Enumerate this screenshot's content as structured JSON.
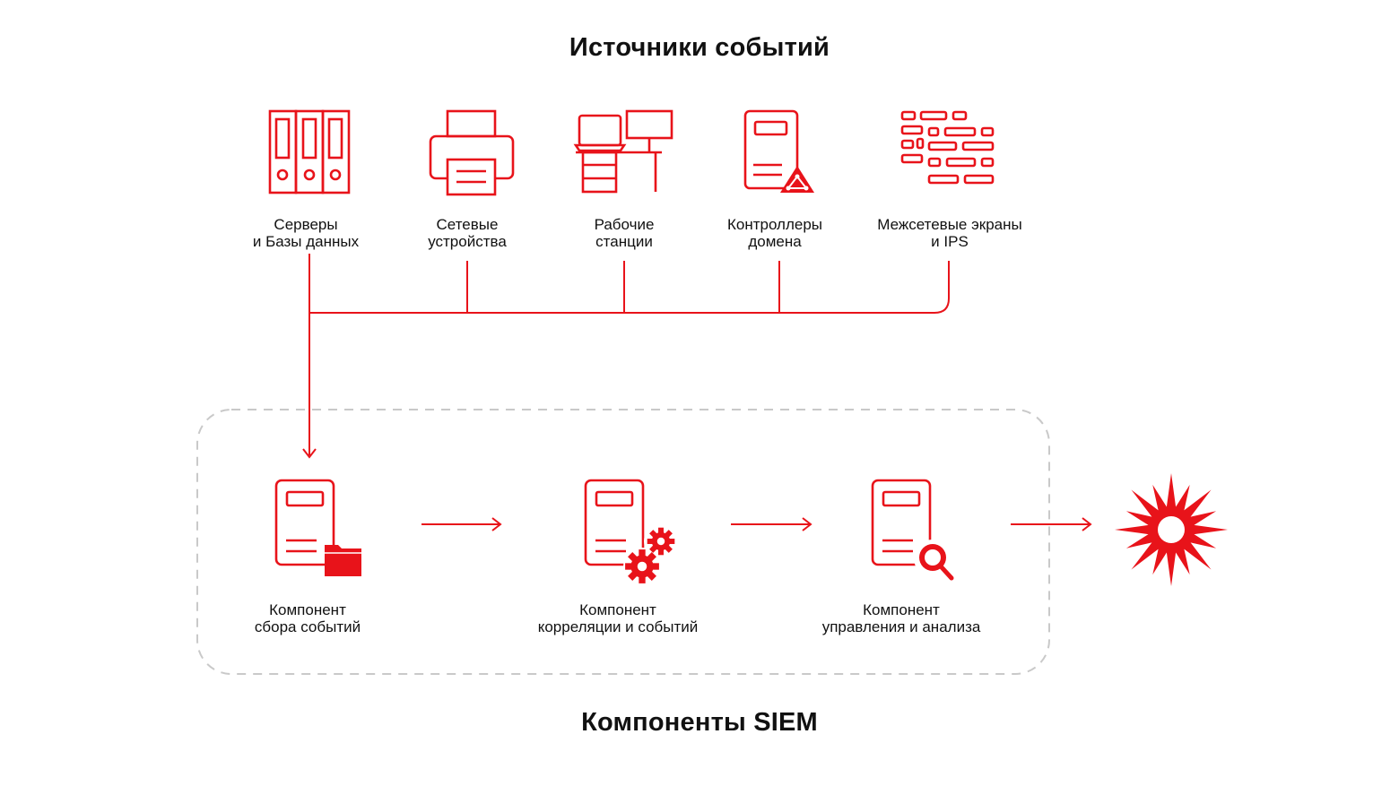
{
  "colors": {
    "accent": "#e8131a",
    "dash": "#c9c9c9",
    "text": "#111111"
  },
  "sources_title": "Источники событий",
  "components_title": "Компоненты SIEM",
  "sources": [
    {
      "icon": "server-binders-icon",
      "line1": "Серверы",
      "line2": "и Базы данных"
    },
    {
      "icon": "printer-icon",
      "line1": "Сетевые",
      "line2": "устройства"
    },
    {
      "icon": "workstation-desk-icon",
      "line1": "Рабочие",
      "line2": "станции"
    },
    {
      "icon": "document-warning-icon",
      "line1": "Контроллеры",
      "line2": "домена"
    },
    {
      "icon": "brick-wall-firewall-icon",
      "line1": "Межсетевые экраны",
      "line2": "и IPS"
    }
  ],
  "components": [
    {
      "icon": "document-folder-icon",
      "line1": "Компонент",
      "line2": "сбора событий"
    },
    {
      "icon": "document-gears-icon",
      "line1": "Компонент",
      "line2": "корреляции и событий"
    },
    {
      "icon": "document-magnifier-icon",
      "line1": "Компонент",
      "line2": "управления и анализа"
    }
  ],
  "output_icon": "burst-alert-icon"
}
